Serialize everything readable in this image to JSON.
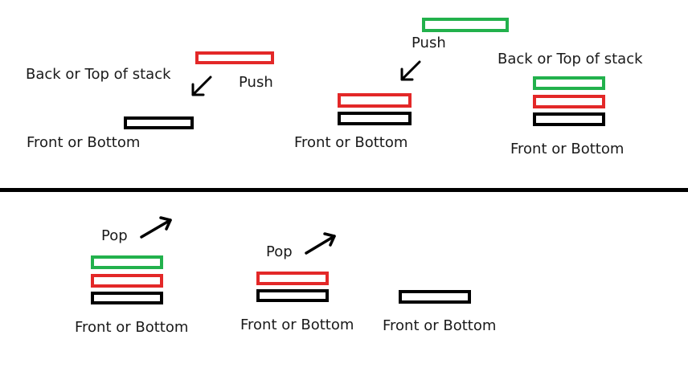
{
  "colors": {
    "black": "#000000",
    "red": "#e32828",
    "green": "#22b14c",
    "text": "#1a1a1a"
  },
  "labels": {
    "back_top": "Back or Top of stack",
    "front_bottom": "Front or Bottom",
    "push": "Push",
    "pop": "Pop"
  },
  "diagram": {
    "push_states": [
      {
        "blocks_bottom_to_top": [
          "black"
        ]
      },
      {
        "blocks_bottom_to_top": [
          "black",
          "red"
        ]
      },
      {
        "blocks_bottom_to_top": [
          "black",
          "red",
          "green"
        ]
      }
    ],
    "pop_states": [
      {
        "blocks_bottom_to_top": [
          "black",
          "red",
          "green"
        ]
      },
      {
        "blocks_bottom_to_top": [
          "black",
          "red"
        ]
      },
      {
        "blocks_bottom_to_top": [
          "black"
        ]
      }
    ]
  }
}
